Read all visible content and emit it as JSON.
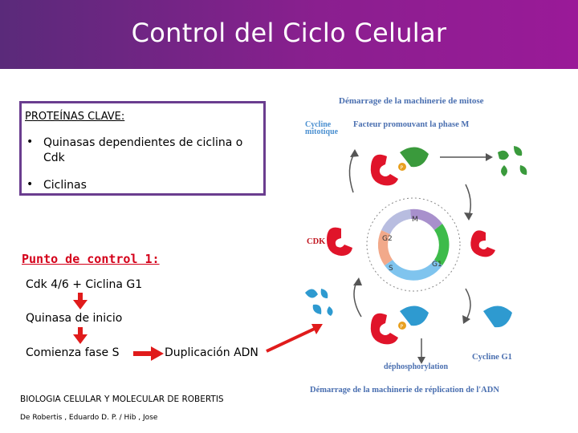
{
  "title": "Control del Ciclo Celular",
  "key_box": {
    "heading": "PROTEÍNAS CLAVE:",
    "bullets": [
      "Quinasas dependientes de ciclina o Cdk",
      "Ciclinas"
    ],
    "bullet_symbol": "•"
  },
  "checkpoint": {
    "title": "Punto de control 1:",
    "line1": "Cdk 4/6 + Ciclina G1",
    "line2": "Quinasa de inicio",
    "line3": "Comienza fase S",
    "line4": "Duplicación ADN"
  },
  "source": {
    "book": "BIOLOGIA CELULAR Y MOLECULAR DE ROBERTIS",
    "authors": "De Robertis , Eduardo D. P. / Hib , Jose"
  },
  "diagram": {
    "top_label": "Démarrage de la machinerie de mitose",
    "cycline_mitotique": [
      "Cycline",
      "mitotique"
    ],
    "factor_label": "Facteur promouvant la phase M",
    "cdk_label": "CDK",
    "phase_m": "M",
    "phase_g2": "G2",
    "phase_s": "S",
    "phase_g1": "G1",
    "p_label": "P",
    "dephos_label": "déphosphorylation",
    "cycline_g1": "Cycline G1",
    "bottom_label": "Démarrage de la machinerie de réplication de l'ADN"
  },
  "colors": {
    "title_bar": "#8a1f8f",
    "box_border": "#6a3d8f",
    "checkpoint_red": "#d4001a",
    "cdk_red": "#e0142a",
    "cycline_green": "#3a9a3c",
    "cycline_blue": "#2e9ad0"
  }
}
